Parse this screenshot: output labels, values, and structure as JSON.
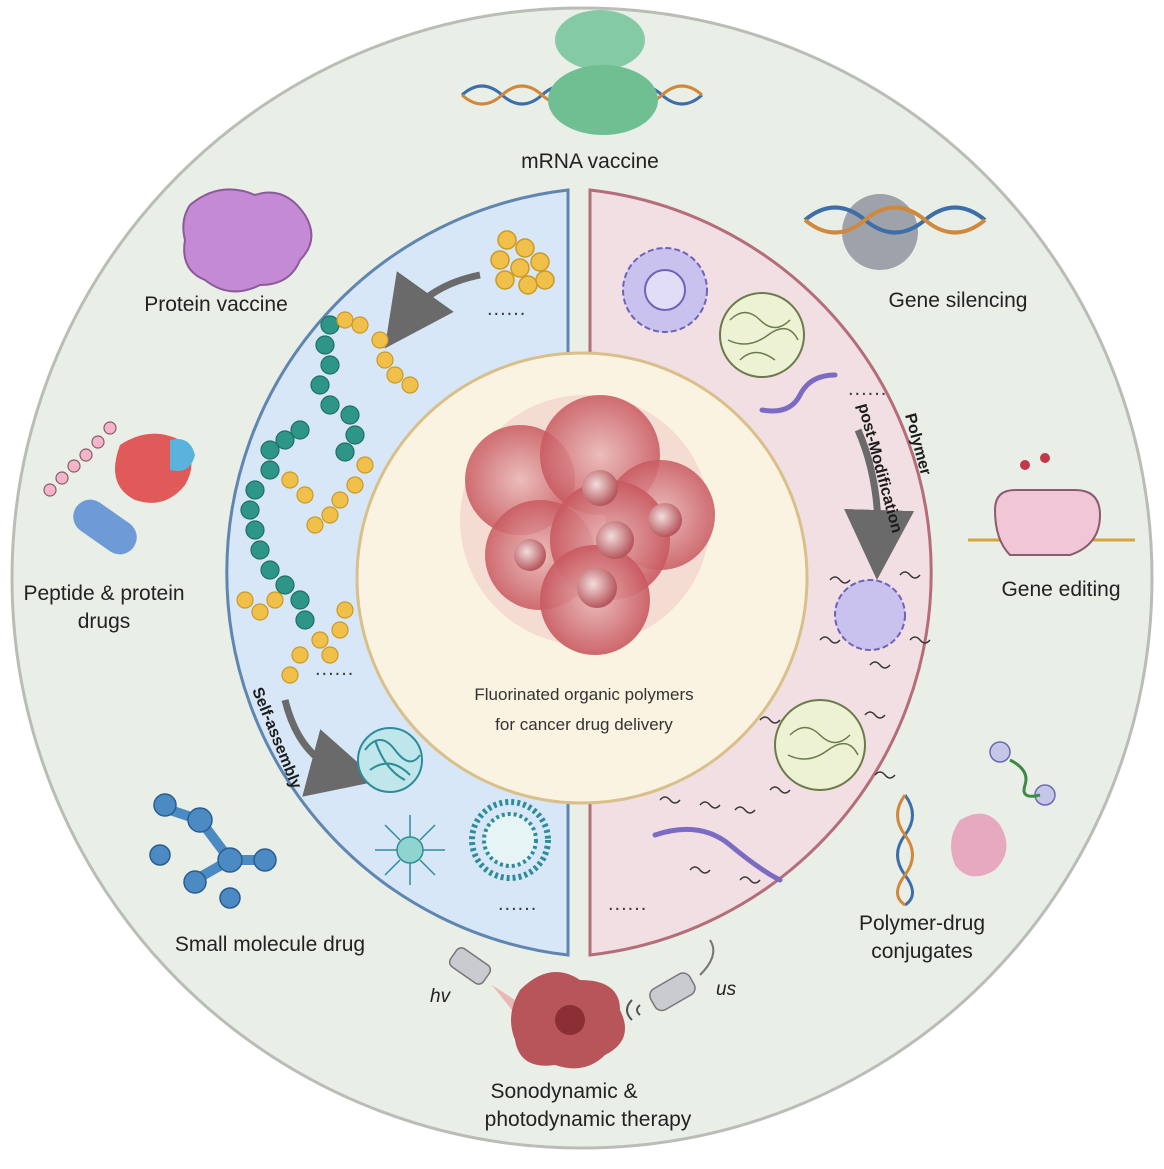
{
  "center": {
    "line1": "Fluorinated organic polymers",
    "line2": "for cancer drug delivery"
  },
  "outer_labels": {
    "mrna": "mRNA vaccine",
    "protein_vaccine": "Protein vaccine",
    "gene_silencing": "Gene silencing",
    "peptide_line1": "Peptide & protein",
    "peptide_line2": "drugs",
    "gene_editing": "Gene editing",
    "small_molecule": "Small molecule drug",
    "pdc_line1": "Polymer-drug",
    "pdc_line2": "conjugates",
    "therapy_line1": "Sonodynamic &",
    "therapy_line2": "photodynamic therapy",
    "hv": "hv",
    "us": "us"
  },
  "inner_labels": {
    "self_assembly": "Self-assembly",
    "polymer": "Polymer",
    "post_modification": "post-Modification",
    "ellipsis": "......"
  },
  "colors": {
    "outer_disk": "#e9eee7",
    "left_panel": "#d7e7f7",
    "left_border": "#5f86b0",
    "right_panel": "#f1dfe3",
    "right_border": "#b56d7a",
    "center_disk": "#fbf3e1",
    "center_border": "#d9c08a"
  },
  "icons": [
    "mrna-ribosome-icon",
    "protein-vaccine-icon",
    "gene-silencing-dna-icon",
    "peptide-capsule-icon",
    "gene-editing-icon",
    "small-molecule-icon",
    "polymer-drug-conjugate-icon",
    "tumor-cluster-icon",
    "ultrasound-probe-icon",
    "light-source-icon"
  ]
}
